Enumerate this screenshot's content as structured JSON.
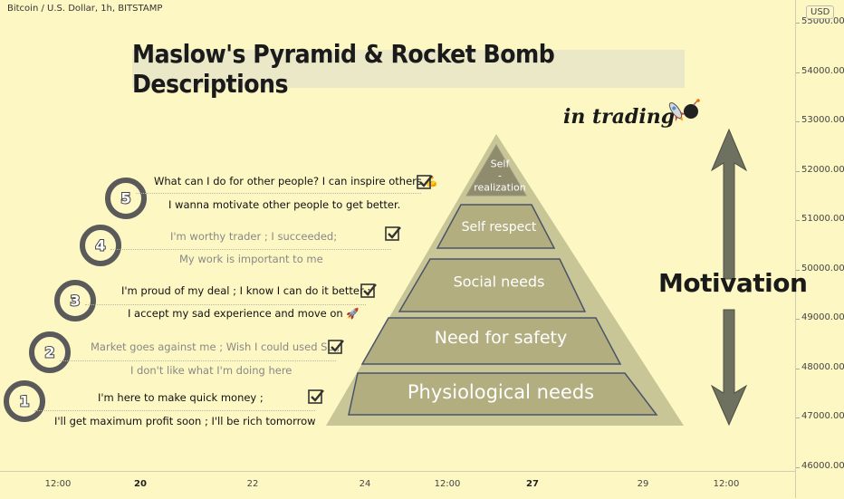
{
  "header": {
    "symbol": "Bitcoin / U.S. Dollar, 1h, BITSTAMP"
  },
  "price_axis": {
    "currency": "USD",
    "labels": [
      "55000.00",
      "54000.00",
      "53000.00",
      "52000.00",
      "51000.00",
      "50000.00",
      "49000.00",
      "48000.00",
      "47000.00",
      "46000.00"
    ]
  },
  "time_axis": {
    "labels": [
      "12:00",
      "20",
      "22",
      "24",
      "12:00",
      "27",
      "29",
      "12:00"
    ]
  },
  "title": "Maslow's Pyramid & Rocket Bomb Descriptions",
  "subtitle": "in trading",
  "motivation": "Motivation",
  "pyramid": {
    "tiers": [
      "Self - realization",
      "Self respect",
      "Social needs",
      "Need for safety",
      "Physiological needs"
    ],
    "apex_lines": [
      "Self",
      "-",
      "realization"
    ]
  },
  "steps": [
    {
      "number": "1",
      "top": "I'm here to make quick money ;",
      "bottom": "I'll get maximum profit soon ; I'll be rich tomorrow"
    },
    {
      "number": "2",
      "top": "Market goes against me ; Wish I could used SL ;",
      "bottom": "I don't like what I'm doing here"
    },
    {
      "number": "3",
      "top": "I'm proud of my deal ; I know I can do it better ;",
      "bottom": "I accept my sad experience and move on 🚀"
    },
    {
      "number": "4",
      "top": "I'm worthy trader ; I succeeded;",
      "bottom": "My work is important to me"
    },
    {
      "number": "5",
      "top": "What can I do for other people? I can inspire others 💪",
      "bottom": "I wanna motivate other people to get better."
    }
  ],
  "icons": [
    "rocket-icon",
    "bomb-icon",
    "checkbox-icon",
    "arrow-up-icon",
    "arrow-down-icon"
  ],
  "colors": {
    "background": "#fdf7c3",
    "pyramid": "#c8c596",
    "tier_fill": "#b3ae80",
    "tier_stroke": "#4a5468",
    "arrow": "#6e7060",
    "badge": "#5a5a5a"
  }
}
